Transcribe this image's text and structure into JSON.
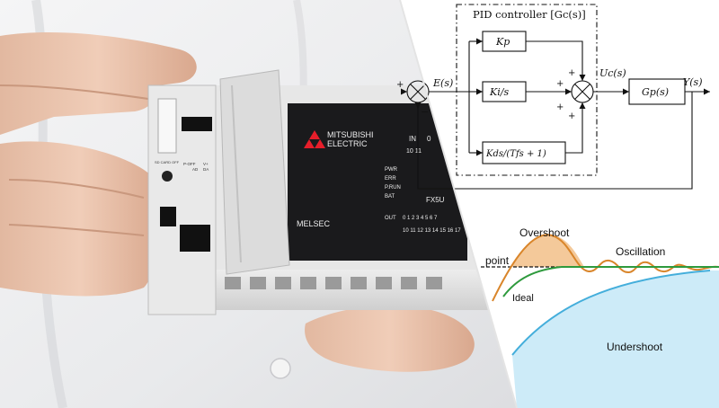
{
  "photo": {
    "brand_line1": "MITSUBISHI",
    "brand_line2": "ELECTRIC",
    "model_left": "MELSEC",
    "model_right": "FX5U",
    "io_in_label": "IN",
    "io_in_top": "0",
    "io_in_bottom": "10 11",
    "io_out_label": "OUT",
    "io_out_top": "0 1 2 3 4 5 6 7",
    "io_out_bottom": "10 11 12 13 14 15 16 17",
    "status_lights": [
      "PWR",
      "ERR",
      "P.RUN",
      "BAT"
    ],
    "sd_label": "SD CARD OFF",
    "small_labels": [
      "P-OFF",
      "AD",
      "V+",
      "DA"
    ]
  },
  "pid_diagram": {
    "controller_title": "PID controller [Gc(s)]",
    "input_symbol": "E(s)",
    "output_symbol": "Uc(s)",
    "plant": "Gp(s)",
    "final_output": "Y(s)",
    "branch_p": "Kp",
    "branch_i": "Ki/s",
    "branch_d": "Kds/(Tfs + 1)",
    "signs": {
      "input_plus": "+",
      "input_minus": "−",
      "sum_p": "+",
      "sum_i_left": "+",
      "sum_i_right": "+",
      "sum_d": "+"
    }
  },
  "response_chart": {
    "labels": {
      "overshoot": "Overshoot",
      "oscillation": "Oscillation",
      "setpoint": "point",
      "ideal": "Ideal",
      "undershoot": "Undershoot"
    },
    "colors": {
      "overshoot_curve": "#d9852a",
      "overshoot_fill": "#f4c99a",
      "ideal_curve": "#2e9a3d",
      "undershoot_curve": "#44aedb",
      "undershoot_fill": "#cdebf8",
      "setpoint_line": "#111111"
    }
  }
}
